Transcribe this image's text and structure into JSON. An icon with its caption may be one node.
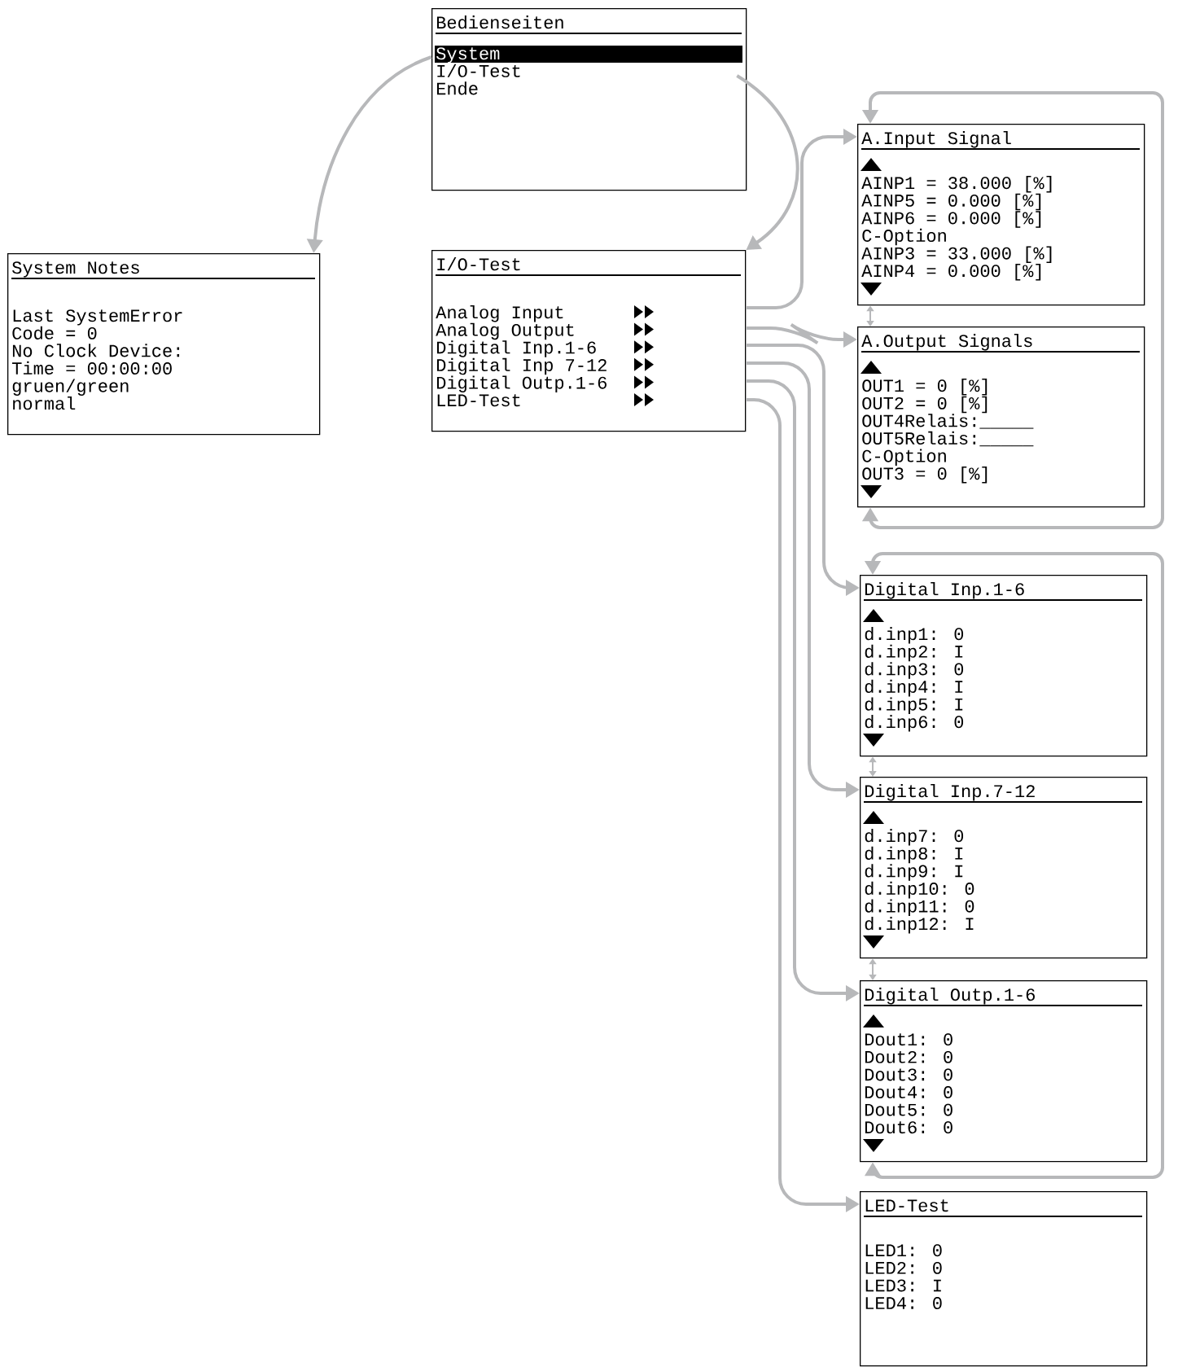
{
  "diagram": {
    "nodes": [
      {
        "text": [
          "Bedienseiten",
          "System",
          "I/O-Test",
          "Ende"
        ]
      },
      {
        "text": [
          "System Notes",
          "Last SystemError",
          "Code = 0",
          "No Clock Device:",
          "Time = 00:00:00",
          "gruen/green",
          "normal"
        ]
      },
      {
        "text": [
          "I/O-Test",
          "Analog Input",
          "Analog Output",
          "Digital Inp.1-6",
          "Digital Inp 7-12",
          "Digital Outp.1-6",
          "LED-Test"
        ]
      },
      {
        "text": [
          "A.Input Signal",
          "AINP1 = 38.000 [%]",
          "AINP5 = 0.000 [%]",
          "AINP6 = 0.000 [%]",
          "C-Option",
          "AINP3 = 33.000 [%]",
          "AINP4 = 0.000 [%]"
        ]
      },
      {
        "text": [
          "A.Output Signals",
          "OUT1 = 0 [%]",
          "OUT2 = 0 [%]",
          "OUT4Relais:_____",
          "OUT5Relais:_____",
          "C-Option",
          "OUT3 = 0 [%]"
        ]
      },
      {
        "text": [
          "Digital Inp.1-6",
          "d.inp1: 0",
          "d.inp2: I",
          "d.inp3: 0",
          "d.inp4: I",
          "d.inp5: I",
          "d.inp6: 0"
        ]
      },
      {
        "text": [
          "Digital Inp.7-12",
          "d.inp7: 0",
          "d.inp8: I",
          "d.inp9: I",
          "d.inp10: 0",
          "d.inp11: 0",
          "d.inp12: I"
        ]
      },
      {
        "text": [
          "Digital Outp.1-6",
          "Dout1: 0",
          "Dout2: 0",
          "Dout3: 0",
          "Dout4: 0",
          "Dout5: 0",
          "Dout6: 0"
        ]
      },
      {
        "text": [
          "LED-Test",
          "LED1: 0",
          "LED2: 0",
          "LED3: I",
          "LED4: 0"
        ]
      }
    ],
    "edges": [
      {
        "from": 0,
        "to": 1,
        "arrow": "to"
      },
      {
        "from": 0,
        "to": 2,
        "arrow": "to"
      },
      {
        "from": 2,
        "to": 3,
        "arrow": "to"
      },
      {
        "from": 2,
        "to": 4,
        "arrow": "to"
      },
      {
        "from": 2,
        "to": 5,
        "arrow": "to"
      },
      {
        "from": 2,
        "to": 6,
        "arrow": "to"
      },
      {
        "from": 2,
        "to": 7,
        "arrow": "to"
      },
      {
        "from": 2,
        "to": 8,
        "arrow": "to"
      },
      {
        "from": 3,
        "to": 4,
        "arrow": "both"
      },
      {
        "from": 3,
        "to": 4,
        "arrow": "both"
      },
      {
        "from": 5,
        "to": 6,
        "arrow": "both"
      },
      {
        "from": 6,
        "to": 7,
        "arrow": "both"
      },
      {
        "from": 5,
        "to": 7,
        "arrow": "both"
      }
    ]
  }
}
